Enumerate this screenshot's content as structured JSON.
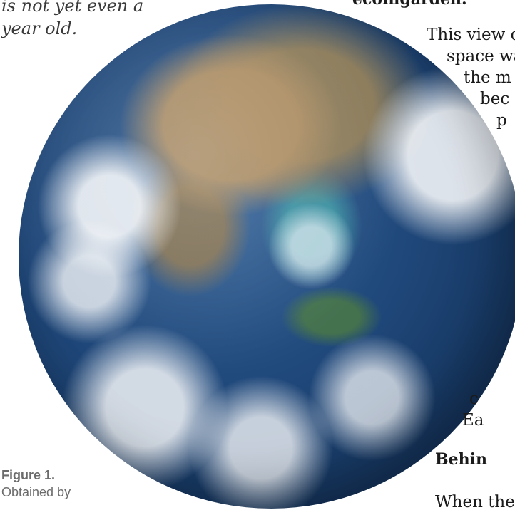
{
  "article": {
    "pull_quote_lines": [
      "is not yet even a",
      "year old."
    ],
    "top_heading": "ecoingarden.",
    "body_lines": [
      "This view of",
      "space wa",
      "the m",
      "bec",
      "p",
      "c",
      "Ea"
    ],
    "section_heading": "Behin",
    "last_line": "When the d"
  },
  "figure": {
    "label": "Figure 1.",
    "caption": "Obtained by",
    "image_icon": "earth-globe-image"
  }
}
